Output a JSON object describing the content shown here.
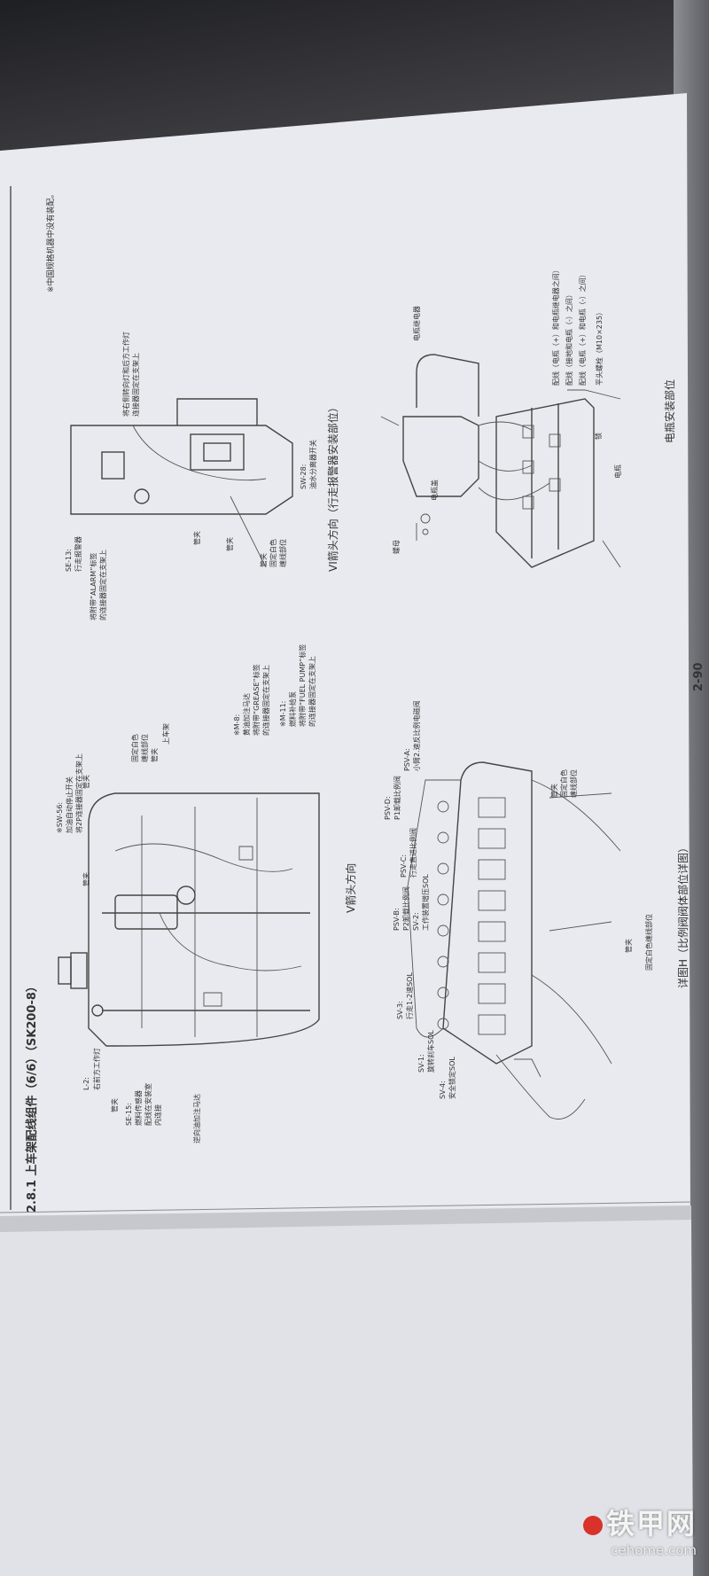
{
  "section_title": "2.8.1  上车架配线组件（6/6）（SK200-8）",
  "page_number": "2-90",
  "note_china": "※中国规格机器中没有装配。",
  "left_top": {
    "caption": "V箭头方向",
    "labels": {
      "l2": "L-2:",
      "l2_desc": "右前方工作灯",
      "clamp1": "管夹",
      "clamp2": "管夹",
      "se15": "SE-15:",
      "se15_desc": "燃料传感器",
      "se15_desc2": "配线在安装室",
      "se15_desc3": "内连接",
      "pump_motor": "逆向油加注马达",
      "sw56": "※SW-56:",
      "sw56_desc": "加油自动停止开关",
      "sw56_desc2": "将2P连接器固定在支架上",
      "clamp3": "管夹",
      "white_tape": "固定白色",
      "white_tape2": "缠线部位",
      "frame": "上车架",
      "clamp4": "管夹",
      "m8": "※M-8:",
      "m8_desc": "黄油加注马达",
      "m8_desc2": "将附带“GREASE”标签",
      "m8_desc3": "的连接器固定在支架上",
      "m11": "※M-11:",
      "m11_desc": "燃料补给泵",
      "m11_desc2": "将附带“FUEL PUMP”标签",
      "m11_desc3": "的连接器固定在支架上"
    }
  },
  "right_top": {
    "caption": "VI箭头方向（行走报警器安装部位）",
    "labels": {
      "se13": "SE-13:",
      "se13_desc": "行走报警器",
      "alarm": "将附带“ALARM”标签",
      "alarm2": "的连接器固定在支架上",
      "clamp1": "管夹",
      "clamp2": "管夹",
      "clamp3": "管夹",
      "white": "固定白色",
      "white2": "缠线部位",
      "sw28": "SW-28:",
      "sw28_desc": "油水分离器开关",
      "lamp": "将右侧转向灯和后方工作灯",
      "lamp2": "连接器固定在支架上"
    }
  },
  "left_bottom": {
    "caption": "详图H（比例阀阀体部位详图）",
    "labels": {
      "psvd": "PSV-D:",
      "psvd_desc": "P1卸载比例阀",
      "psva": "PSV-A:",
      "psva_desc": "小臂2.速反比例电磁阀",
      "psvc": "PSV-C:",
      "psvc_desc": "行走直进比例阀",
      "psvb": "PSV-B:",
      "psvb_desc": "P2卸载比例阀",
      "sv2": "SV-2:",
      "sv2_desc": "工作装置增压SOL",
      "sv3": "SV-3:",
      "sv3_desc": "行走1-2速SOL",
      "sv1": "SV-1:",
      "sv1_desc": "旋转刹车SOL",
      "sv4": "SV-4:",
      "sv4_desc": "安全锁定SOL",
      "clamp1": "管夹",
      "clamp2": "管夹",
      "white": "固定白色缠线部位",
      "white2": "固定白色",
      "white3": "缠线部位"
    }
  },
  "right_bottom": {
    "caption": "电瓶安装部位",
    "labels": {
      "relay": "电瓶继电器",
      "cover": "电瓶盖",
      "nut": "螺母",
      "cable1": "配线（电瓶（+）和电瓶继电器之间）",
      "cable2": "配线（接地和电瓶（-）之间）",
      "cable3": "配线（电瓶（+）和电瓶（-）之间）",
      "bolt": "平头螺栓（M10×235）",
      "lock": "锁",
      "battery": "电瓶"
    }
  },
  "watermark": {
    "cn": "铁甲网",
    "en": "cehome.com"
  }
}
